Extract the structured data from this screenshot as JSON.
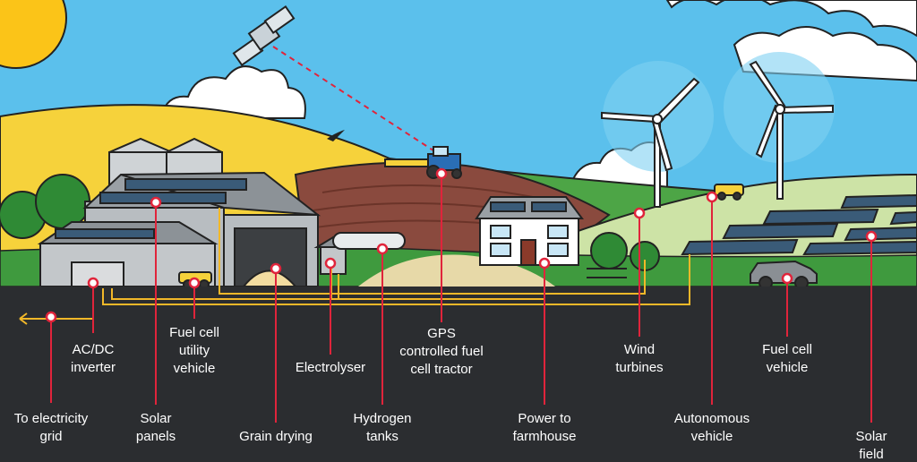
{
  "colors": {
    "sky": "#5bc0ec",
    "ground": "#2b2d30",
    "yellow_field": "#f6d23b",
    "brown_field": "#8a4a3e",
    "green": "#4da546",
    "light_green": "#cde3a6",
    "wire": "#f2b829",
    "marker": "#e0243b",
    "sun": "#fbc418"
  },
  "labels": {
    "to_grid": "To electricity\ngrid",
    "acdc": "AC/DC\ninverter",
    "solar_panels": "Solar\npanels",
    "utility_vehicle": "Fuel cell\nutility\nvehicle",
    "grain_drying": "Grain drying",
    "electrolyser": "Electrolyser",
    "hydrogen": "Hydrogen\ntanks",
    "gps": "GPS\ncontrolled fuel\ncell tractor",
    "power_farmhouse": "Power to\nfarmhouse",
    "wind": "Wind\nturbines",
    "autonomous": "Autonomous\nvehicle",
    "fuel_cell_vehicle": "Fuel cell\nvehicle",
    "solar_field": "Solar field"
  }
}
